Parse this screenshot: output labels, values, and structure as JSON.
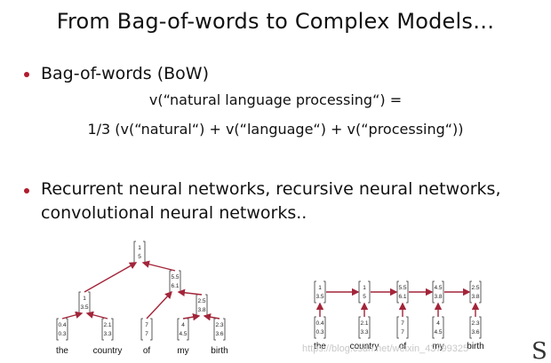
{
  "slide": {
    "title": "From Bag-of-words to Complex Models…",
    "bullets": [
      {
        "text": "Bag-of-words (BoW)"
      },
      {
        "text": "Recurrent neural networks, recursive neural networks,",
        "text2": "convolutional neural networks.."
      }
    ],
    "formula": {
      "line1": "v(“natural language processing“) =",
      "line2": "1/3 (v(“natural“) + v(“language“) + v(“processing“))"
    }
  },
  "tree_diagram": {
    "words": [
      "the",
      "country",
      "of",
      "my",
      "birth"
    ],
    "leaf_vectors": [
      [
        "0.4",
        "0.3"
      ],
      [
        "2.1",
        "3.3"
      ],
      [
        "7",
        "7"
      ],
      [
        "4",
        "4.5"
      ],
      [
        "2.3",
        "3.6"
      ]
    ],
    "node_vectors": {
      "np_left": [
        "1",
        "3.5"
      ],
      "pp_inner": [
        "2.5",
        "3.8"
      ],
      "pp": [
        "5.5",
        "6.1"
      ],
      "root": [
        "1",
        "5"
      ]
    },
    "arrow_color": "#a3253a"
  },
  "rnn_diagram": {
    "words": [
      "the",
      "country",
      "of",
      "my",
      "birth"
    ],
    "input_vectors": [
      [
        "0.4",
        "0.3"
      ],
      [
        "2.1",
        "3.3"
      ],
      [
        "7",
        "7"
      ],
      [
        "4",
        "4.5"
      ],
      [
        "2.3",
        "3.6"
      ]
    ],
    "hidden_vectors": [
      [
        "1",
        "3.5"
      ],
      [
        "1",
        "5"
      ],
      [
        "5.5",
        "6.1"
      ],
      [
        "4.5",
        "3.8"
      ],
      [
        "2.5",
        "3.8"
      ]
    ],
    "arrow_color": "#a3253a"
  },
  "watermark": "https://blog.csdn.net/weixin_43799325",
  "logo_letter": "S"
}
